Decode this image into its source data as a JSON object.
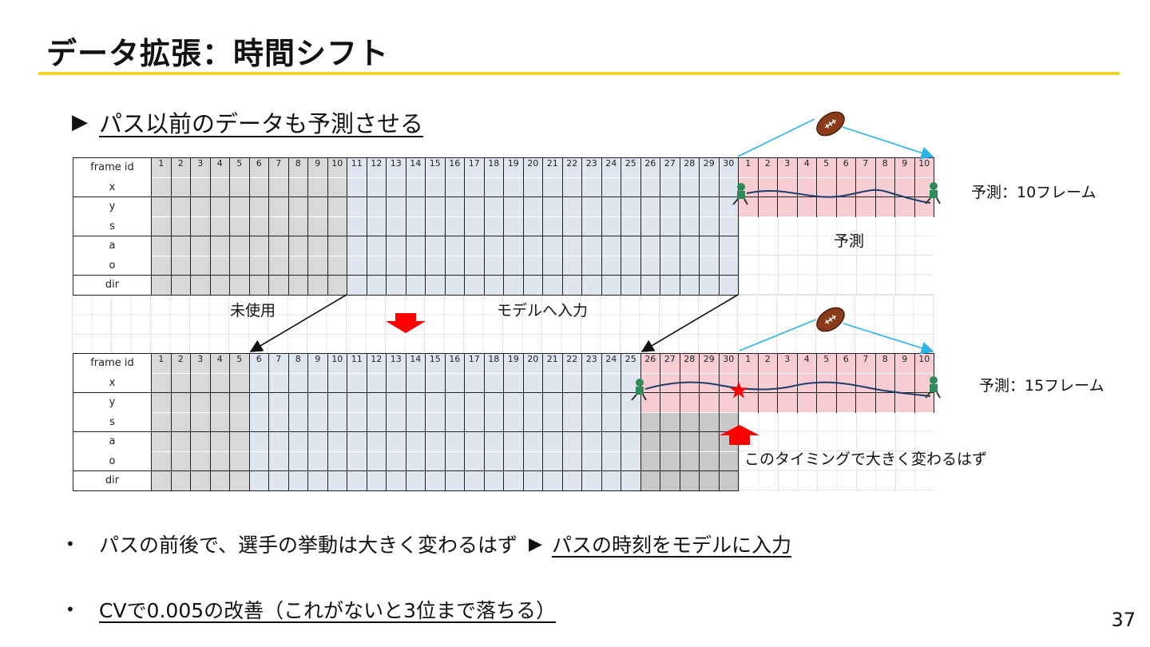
{
  "slide": {
    "title": "データ拡張：時間シフト",
    "heading_marker": "▶",
    "heading": "パス以前のデータも予測させる",
    "page_number": "37"
  },
  "table_top": {
    "row_labels": [
      "frame id",
      "x",
      "y",
      "s",
      "a",
      "o",
      "dir"
    ],
    "frame_ids": [
      "1",
      "2",
      "3",
      "4",
      "5",
      "6",
      "7",
      "8",
      "9",
      "10",
      "11",
      "12",
      "13",
      "14",
      "15",
      "16",
      "17",
      "18",
      "19",
      "20",
      "21",
      "22",
      "23",
      "24",
      "25",
      "26",
      "27",
      "28",
      "29",
      "30"
    ],
    "pred_ids": [
      "1",
      "2",
      "3",
      "4",
      "5",
      "6",
      "7",
      "8",
      "9",
      "10"
    ]
  },
  "table_bottom": {
    "row_labels": [
      "frame id",
      "x",
      "y",
      "s",
      "a",
      "o",
      "dir"
    ],
    "frame_ids": [
      "1",
      "2",
      "3",
      "4",
      "5",
      "6",
      "7",
      "8",
      "9",
      "10",
      "11",
      "12",
      "13",
      "14",
      "15",
      "16",
      "17",
      "18",
      "19",
      "20",
      "21",
      "22",
      "23",
      "24",
      "25",
      "26",
      "27",
      "28",
      "29",
      "30"
    ],
    "pred_ids": [
      "1",
      "2",
      "3",
      "4",
      "5",
      "6",
      "7",
      "8",
      "9",
      "10"
    ]
  },
  "labels": {
    "unused": "未使用",
    "model_input": "モデルへ入力",
    "predict": "予測",
    "predict_10": "予測：10フレーム",
    "predict_15": "予測：15フレーム",
    "timing_note": "このタイミングで大きく変わるはず"
  },
  "colors": {
    "accent_yellow": "#f2d22e",
    "unused_gray": "#d9d9d9",
    "input_blue": "#dfe6ef",
    "predict_pink": "#f7cdd3",
    "shift_gray": "#c8c8c8",
    "arrow_red": "#ff0000",
    "arrow_cyan": "#29b3ea"
  },
  "bullets": [
    {
      "marker": "•",
      "text": "パスの前後で、選手の挙動は大きく変わるはず",
      "arrow": "▶",
      "link": "パスの時刻をモデルに入力"
    },
    {
      "marker": "•",
      "link": "CVで0.005の改善（これがないと3位まで落ちる）"
    }
  ]
}
